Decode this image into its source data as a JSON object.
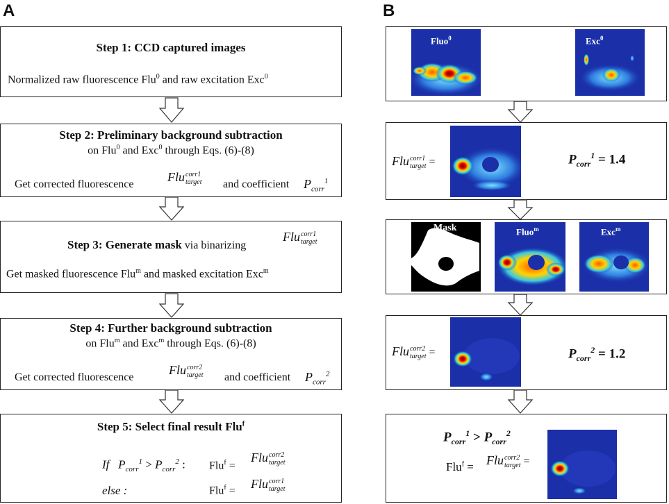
{
  "panels": {
    "a": "A",
    "b": "B"
  },
  "steps": {
    "s1": {
      "title": "Step 1: CCD captured images",
      "line1": "Normalized raw fluorescence Flu",
      "sup0": "0",
      "and": "and raw excitation Exc",
      "sup0b": "0"
    },
    "s2": {
      "title": "Step 2: Preliminary background subtraction",
      "line_on": "on Flu",
      "sup0": "0",
      "and": "and Exc",
      "sup0b": "0",
      "through": "through Eqs. (6)-(8)",
      "get": "Get corrected fluorescence",
      "coef": "and coefficient",
      "p": "P",
      "p_sub": "corr",
      "p_sup": "1"
    },
    "s3": {
      "title_bold": "Step 3: Generate mask",
      "title_rest": "via binarizing",
      "get": "Get masked fluorescence Flu",
      "sup_m": "m",
      "and": "and masked excitation Exc",
      "sup_m2": "m"
    },
    "s4": {
      "title": "Step 4: Further background subtraction",
      "line_on": "on Flu",
      "sup_m": "m",
      "and": "and Exc",
      "sup_m2": "m",
      "through": "through Eqs. (6)-(8)",
      "get": "Get corrected fluorescence",
      "coef": "and coefficient",
      "p": "P",
      "p_sub": "corr",
      "p_sup": "2"
    },
    "s5": {
      "title": "Step 5: Select final result Flu",
      "sup_f": "f",
      "if": "If",
      "p": "P",
      "p_sub": "corr",
      "sup1": "1",
      "gt": ">",
      "sup2": "2",
      "colon": ":",
      "fluf": "Flu",
      "eq": "=",
      "else": "else :"
    }
  },
  "flu_term": {
    "base": "Flu",
    "sup1": "corr1",
    "sup2": "corr2",
    "sub": "target"
  },
  "right": {
    "b1": {
      "fluo": "Fluo",
      "fluo_sup": "0",
      "exc": "Exc",
      "exc_sup": "0"
    },
    "b2": {
      "p_label": "P",
      "p_sub": "corr",
      "p_sup": "1",
      "p_value": "= 1.4",
      "eq": "="
    },
    "b3": {
      "mask": "Mask",
      "fluo": "Fluo",
      "fluo_sup": "m",
      "exc": "Exc",
      "exc_sup": "m"
    },
    "b4": {
      "p_label": "P",
      "p_sub": "corr",
      "p_sup": "2",
      "p_value": "=  1.2",
      "eq": "="
    },
    "b5": {
      "p": "P",
      "p_sub": "corr",
      "sup1": "1",
      "gt": ">",
      "sup2": "2",
      "fluf": "Flu",
      "sup_f": "f",
      "eq": "="
    }
  },
  "colors": {
    "heat_bg": "#1a2fa8",
    "heat_hot": "#d40000",
    "mask_bg": "#000000",
    "mask_fg": "#ffffff"
  }
}
